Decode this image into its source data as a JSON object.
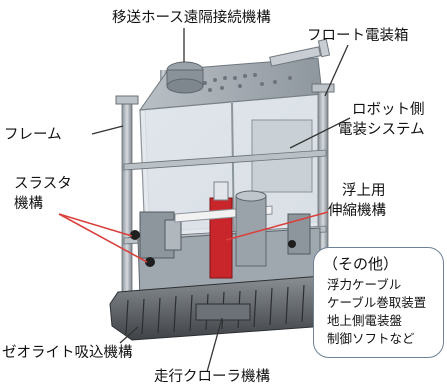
{
  "labels": {
    "hose_mechanism": "移送ホース遠隔接続機構",
    "float_box": "フロート電装箱",
    "frame": "フレーム",
    "robot_system_line1": "ロボット側",
    "robot_system_line2": "電装システム",
    "thruster_line1": "スラスタ",
    "thruster_line2": "機構",
    "lift_line1": "浮上用",
    "lift_line2": "伸縮機構",
    "zeolite": "ゼオライト吸込機構",
    "crawler": "走行クローラ機構"
  },
  "note": {
    "title": "（その他）",
    "items": [
      "浮力ケーブル",
      "ケーブル巻取装置",
      "地上側電装盤",
      "制御ソフトなど"
    ]
  },
  "colors": {
    "frame_gray": "#a4abb2",
    "panel_glass": "#d6dde4",
    "crawler_dark": "#55595d",
    "accent_red": "#c8262b",
    "pointer_red": "#d9413d",
    "pointer_dark": "#333333",
    "note_border": "#6e8196"
  }
}
